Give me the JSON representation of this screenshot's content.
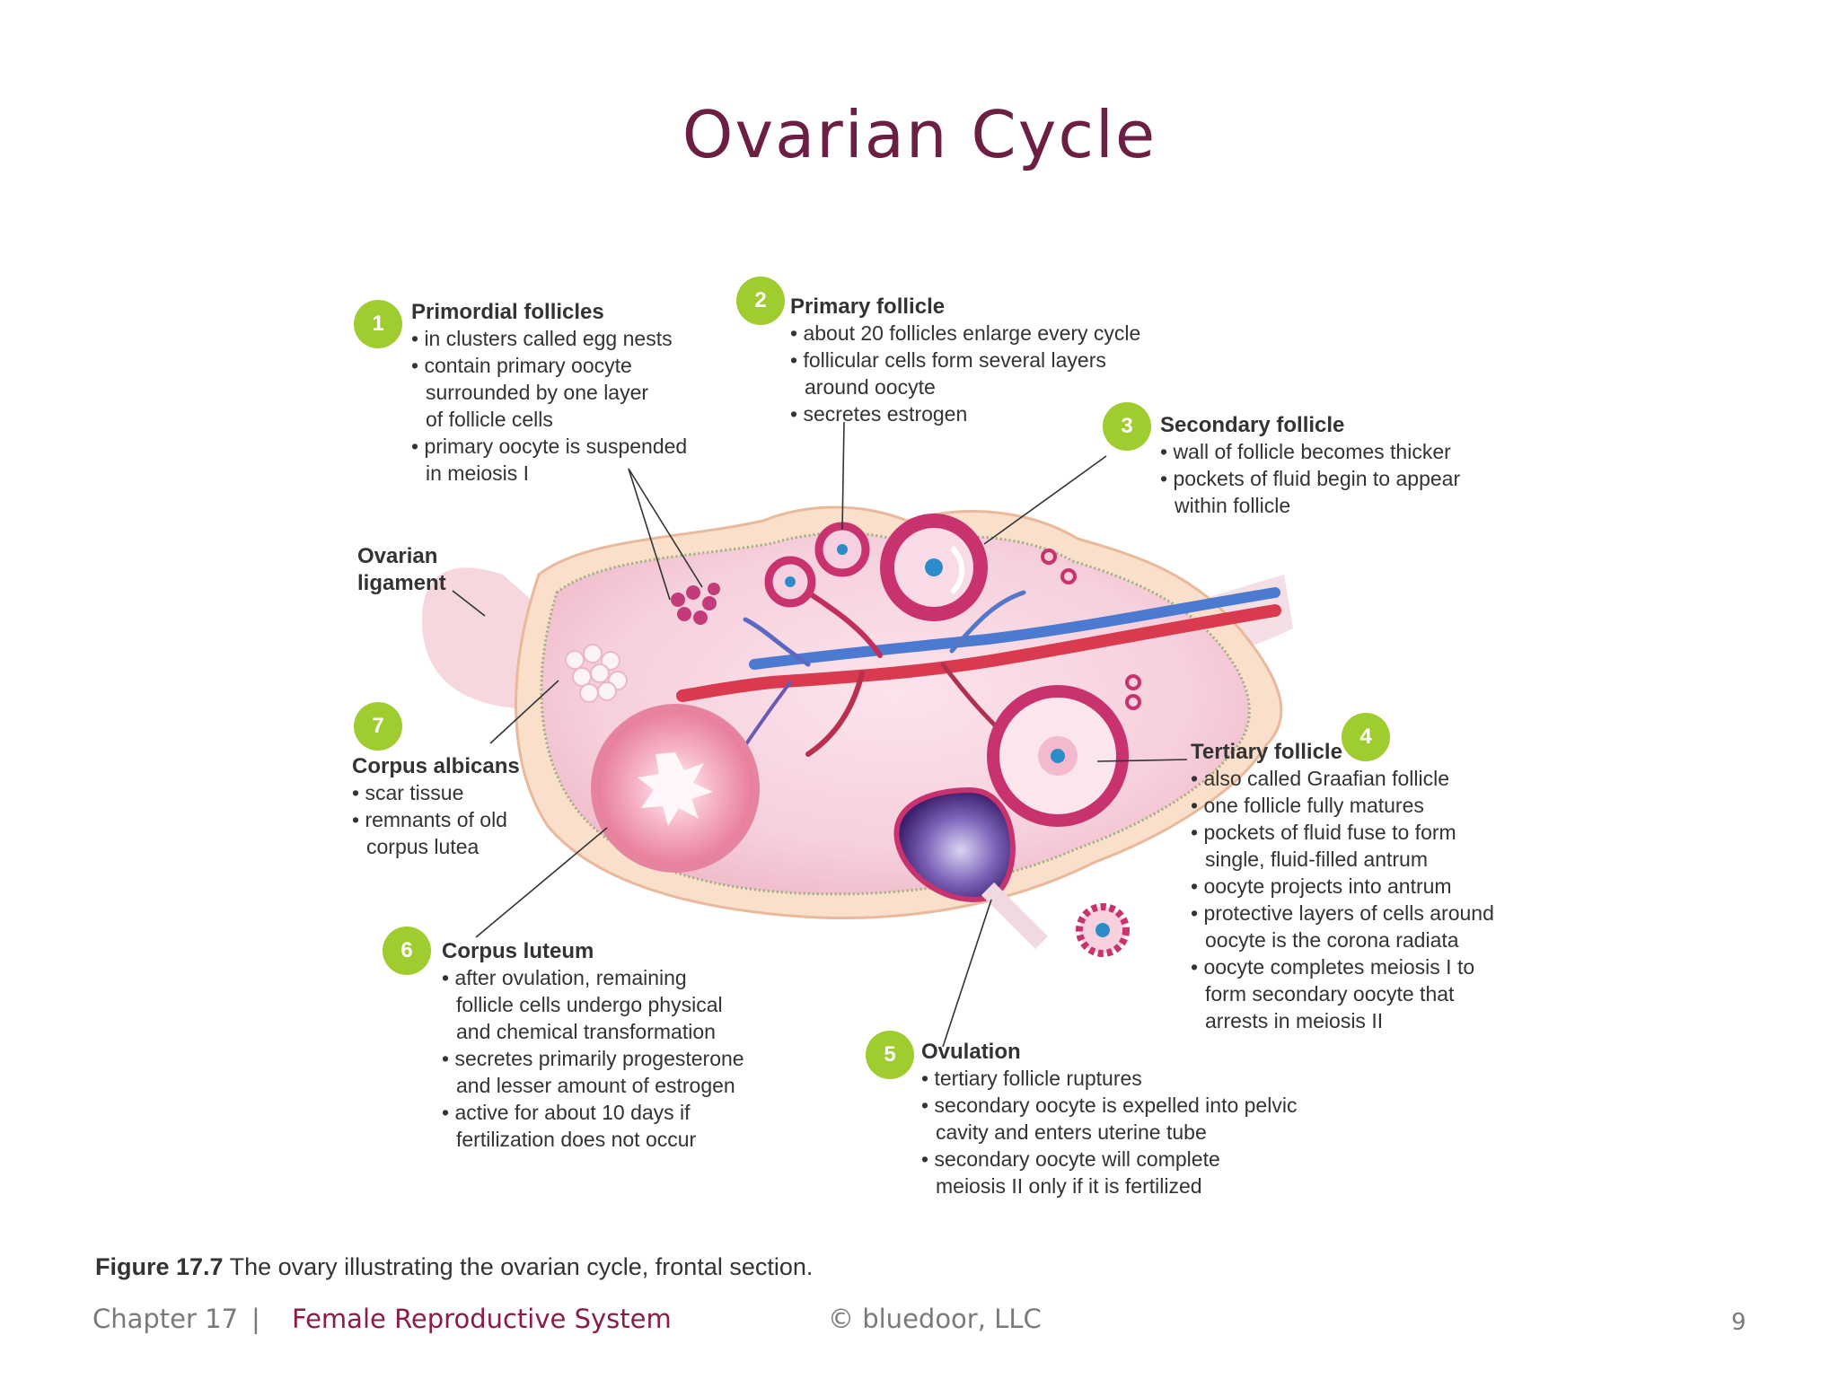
{
  "title": "Ovarian Cycle",
  "stages": [
    {
      "num": "1",
      "heading": "Primordial follicles",
      "bullets": [
        "• in clusters called egg nests",
        "• contain primary oocyte",
        "surrounded by one layer",
        "of follicle cells",
        "• primary oocyte is suspended",
        "in meiosis I"
      ]
    },
    {
      "num": "2",
      "heading": "Primary follicle",
      "bullets": [
        "• about 20 follicles enlarge every cycle",
        "• follicular cells form several layers",
        "around oocyte",
        "• secretes estrogen"
      ]
    },
    {
      "num": "3",
      "heading": "Secondary follicle",
      "bullets": [
        "• wall of follicle becomes thicker",
        "• pockets of fluid begin to appear",
        "within follicle"
      ]
    },
    {
      "num": "4",
      "heading": "Tertiary follicle",
      "bullets": [
        "• also called Graafian follicle",
        "• one follicle fully matures",
        "• pockets of fluid fuse to form",
        "single, fluid-filled antrum",
        "• oocyte projects into antrum",
        "• protective layers of cells around",
        "oocyte is the corona radiata",
        "• oocyte completes meiosis I to",
        "form secondary oocyte that",
        "arrests in meiosis II"
      ]
    },
    {
      "num": "5",
      "heading": "Ovulation",
      "bullets": [
        "• tertiary follicle ruptures",
        "• secondary oocyte is expelled into pelvic",
        "cavity and enters uterine tube",
        "• secondary oocyte will complete",
        "meiosis II only if it is fertilized"
      ]
    },
    {
      "num": "6",
      "heading": "Corpus luteum",
      "bullets": [
        "• after ovulation, remaining",
        "follicle cells undergo physical",
        "and chemical transformation",
        "• secretes primarily progesterone",
        "and lesser amount of estrogen",
        "• active for about 10 days if",
        "fertilization does not occur"
      ]
    },
    {
      "num": "7",
      "heading": "Corpus albicans",
      "bullets": [
        "• scar tissue",
        "• remnants of old",
        "corpus lutea"
      ]
    }
  ],
  "ligament_label": [
    "Ovarian",
    "ligament"
  ],
  "caption": {
    "fig": "Figure 17.7",
    "text": " The ovary illustrating the ovarian cycle, frontal section."
  },
  "footer": {
    "chapter": "Chapter 17",
    "sep": "|",
    "section": "Female Reproductive System",
    "copyright": "© bluedoor, LLC",
    "page": "9"
  },
  "colors": {
    "title": "#6b1f43",
    "badge": "#9fcc2e",
    "section": "#8a1c4a"
  }
}
